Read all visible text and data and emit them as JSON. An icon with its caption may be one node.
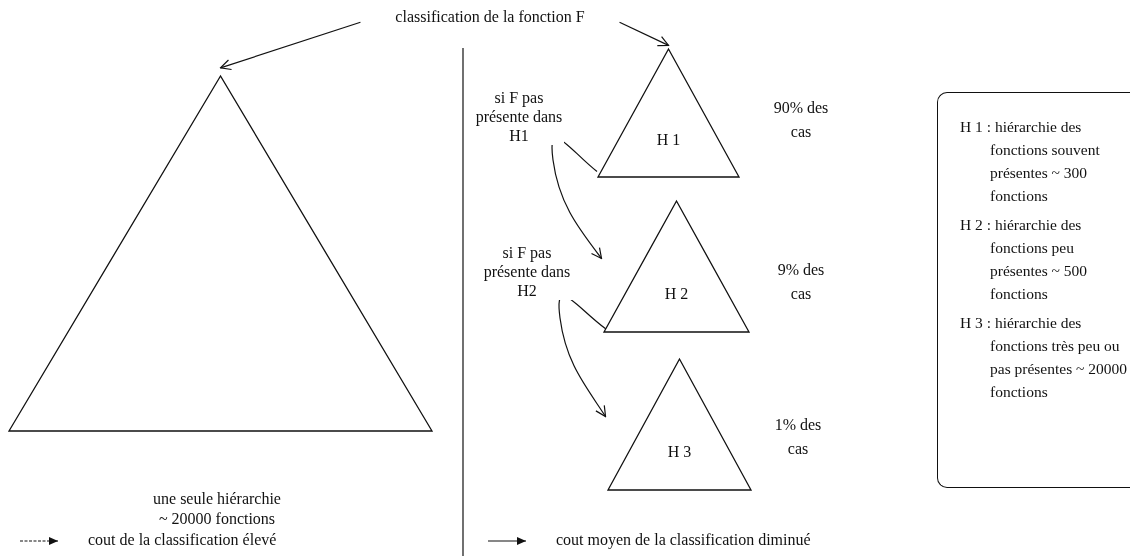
{
  "diagram": {
    "nodes": [
      {
        "text": [
          "classification de la fonction F"
        ]
      },
      {
        "text": [],
        "shape": "triangle"
      },
      {
        "text": [
          "H 1"
        ],
        "beside": [
          "90% des cas"
        ]
      },
      {
        "text": [
          "H 2"
        ],
        "beside": [
          "9% des cas"
        ]
      },
      {
        "text": [
          "H 3"
        ],
        "beside": [
          "1% des cas"
        ]
      },
      {
        "text": [
          "H 1 : hiérarchie des fonctions souvent présentes ~ 300 fonctions",
          "H 2 : hiérarchie des fonctions peu présentes ~ 500 fonctions",
          "H 3 : hiérarchie des fonctions très peu ou pas présentes ~ 20000 fonctions"
        ]
      }
    ],
    "edges": [
      {
        "from": 0,
        "to": 1,
        "arrow": "to"
      },
      {
        "from": 0,
        "to": 2,
        "arrow": "to"
      },
      {
        "from": 2,
        "to": 3,
        "arrow": "to",
        "label": "si F pas présente dans H1"
      },
      {
        "from": 3,
        "to": 4,
        "arrow": "to",
        "label": "si F pas présente dans H2"
      }
    ],
    "labels": [
      "une seule hiérarchie ~ 20000 fonctions"
    ],
    "legend": [
      {
        "text": "cout de la classification élevé"
      },
      {
        "text": "cout moyen de la classification diminué"
      }
    ]
  }
}
